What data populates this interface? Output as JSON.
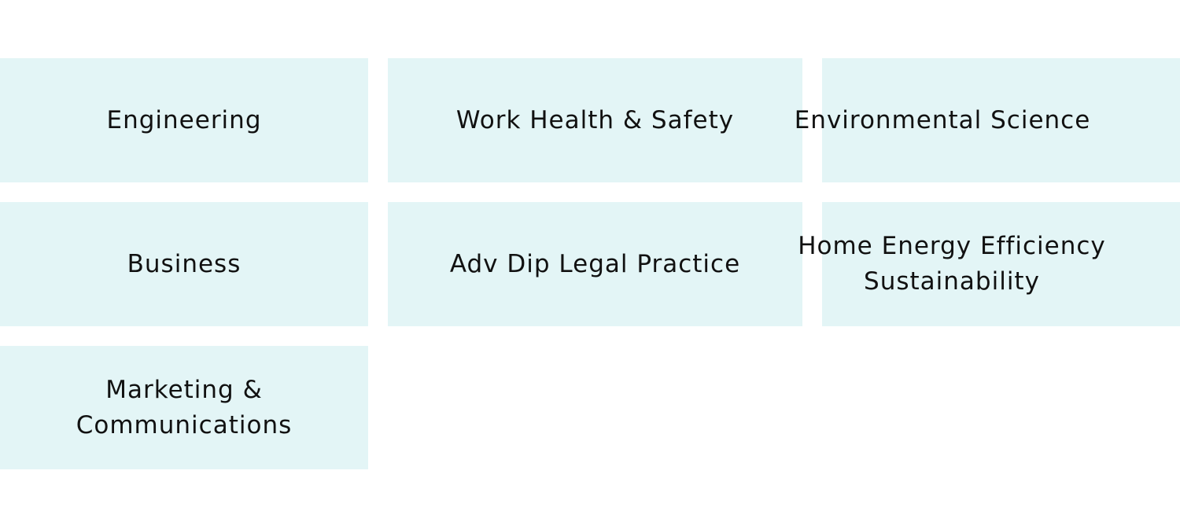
{
  "tiles": [
    {
      "label": "Engineering"
    },
    {
      "label": "Work Health & Safety"
    },
    {
      "label": "Environmental Science"
    },
    {
      "label": "Business"
    },
    {
      "label": "Adv Dip Legal Practice"
    },
    {
      "label": "Home Energy Efficiency\nSustainability"
    },
    {
      "label": "Marketing &\nCommunications"
    }
  ]
}
